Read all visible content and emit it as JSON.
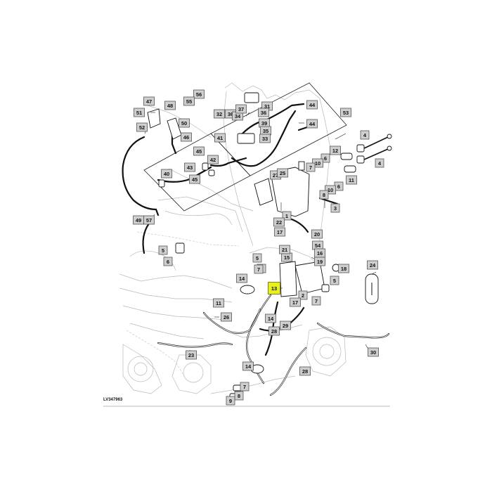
{
  "reference_code": "LV347963",
  "highlight_color": "#e8ef1e",
  "callouts": [
    {
      "id": "47",
      "label": "47"
    },
    {
      "id": "56",
      "label": "56"
    },
    {
      "id": "55",
      "label": "55"
    },
    {
      "id": "48",
      "label": "48"
    },
    {
      "id": "51",
      "label": "51"
    },
    {
      "id": "50",
      "label": "50"
    },
    {
      "id": "52",
      "label": "52"
    },
    {
      "id": "46",
      "label": "46"
    },
    {
      "id": "32",
      "label": "32"
    },
    {
      "id": "36",
      "label": "36"
    },
    {
      "id": "34",
      "label": "34"
    },
    {
      "id": "37",
      "label": "37"
    },
    {
      "id": "31",
      "label": "31"
    },
    {
      "id": "36b",
      "label": "36"
    },
    {
      "id": "39",
      "label": "39"
    },
    {
      "id": "35",
      "label": "35"
    },
    {
      "id": "33",
      "label": "33"
    },
    {
      "id": "44a",
      "label": "44"
    },
    {
      "id": "44b",
      "label": "44"
    },
    {
      "id": "53",
      "label": "53"
    },
    {
      "id": "41",
      "label": "41"
    },
    {
      "id": "45a",
      "label": "45"
    },
    {
      "id": "42",
      "label": "42"
    },
    {
      "id": "43",
      "label": "43"
    },
    {
      "id": "40",
      "label": "40"
    },
    {
      "id": "45b",
      "label": "45"
    },
    {
      "id": "4a",
      "label": "4"
    },
    {
      "id": "4b",
      "label": "4"
    },
    {
      "id": "12",
      "label": "12"
    },
    {
      "id": "6a",
      "label": "6"
    },
    {
      "id": "10",
      "label": "10"
    },
    {
      "id": "7a",
      "label": "7"
    },
    {
      "id": "27",
      "label": "27"
    },
    {
      "id": "25",
      "label": "25"
    },
    {
      "id": "11a",
      "label": "11"
    },
    {
      "id": "6b",
      "label": "6"
    },
    {
      "id": "10b",
      "label": "10"
    },
    {
      "id": "8a",
      "label": "8"
    },
    {
      "id": "3",
      "label": "3"
    },
    {
      "id": "49",
      "label": "49"
    },
    {
      "id": "57",
      "label": "57"
    },
    {
      "id": "1",
      "label": "1"
    },
    {
      "id": "22",
      "label": "22"
    },
    {
      "id": "17a",
      "label": "17"
    },
    {
      "id": "20",
      "label": "20"
    },
    {
      "id": "54",
      "label": "54"
    },
    {
      "id": "16",
      "label": "16"
    },
    {
      "id": "15",
      "label": "15"
    },
    {
      "id": "5a",
      "label": "5"
    },
    {
      "id": "6c",
      "label": "6"
    },
    {
      "id": "21",
      "label": "21"
    },
    {
      "id": "19",
      "label": "19"
    },
    {
      "id": "5b",
      "label": "5"
    },
    {
      "id": "6d",
      "label": "6"
    },
    {
      "id": "7b",
      "label": "7"
    },
    {
      "id": "18",
      "label": "18"
    },
    {
      "id": "24",
      "label": "24"
    },
    {
      "id": "14a",
      "label": "14"
    },
    {
      "id": "13",
      "label": "13"
    },
    {
      "id": "5c",
      "label": "5"
    },
    {
      "id": "2",
      "label": "2"
    },
    {
      "id": "17b",
      "label": "17"
    },
    {
      "id": "7c",
      "label": "7"
    },
    {
      "id": "11b",
      "label": "11"
    },
    {
      "id": "26",
      "label": "26"
    },
    {
      "id": "14b",
      "label": "14"
    },
    {
      "id": "29",
      "label": "29"
    },
    {
      "id": "28a",
      "label": "28"
    },
    {
      "id": "30",
      "label": "30"
    },
    {
      "id": "23",
      "label": "23"
    },
    {
      "id": "14c",
      "label": "14"
    },
    {
      "id": "28b",
      "label": "28"
    },
    {
      "id": "7d",
      "label": "7"
    },
    {
      "id": "8b",
      "label": "8"
    },
    {
      "id": "9",
      "label": "9"
    }
  ]
}
